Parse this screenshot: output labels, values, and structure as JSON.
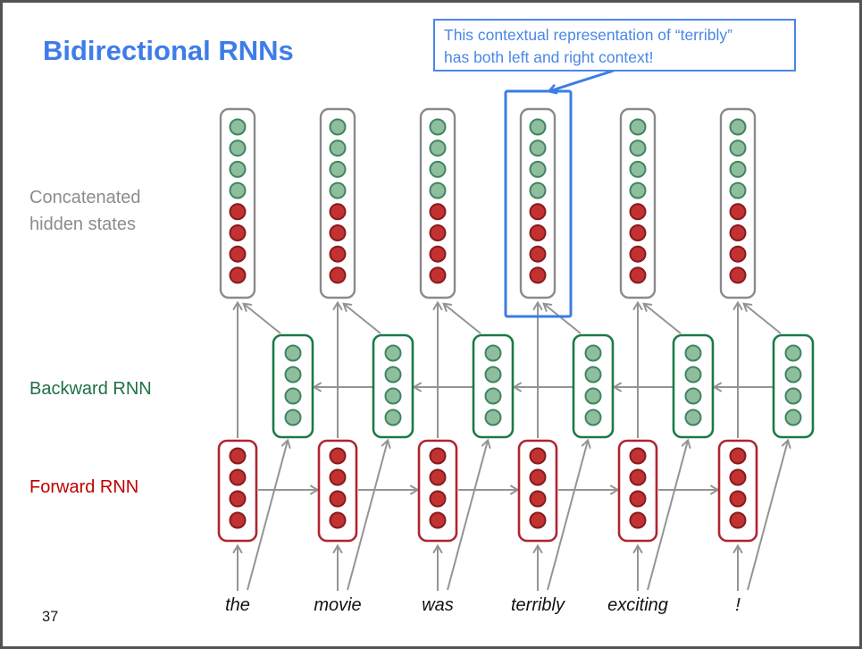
{
  "title": "Bidirectional RNNs",
  "page_number": "37",
  "callout": {
    "line1": "This contextual representation of “terribly”",
    "line2": "has both left and right context!"
  },
  "labels": {
    "concatenated_line1": "Concatenated",
    "concatenated_line2": "hidden states",
    "backward": "Backward RNN",
    "forward": "Forward RNN"
  },
  "words": [
    "the",
    "movie",
    "was",
    "terribly",
    "exciting",
    "!"
  ],
  "highlight": {
    "word": "terribly",
    "index": 3
  },
  "diagram": {
    "columns": 6,
    "circles_per_concat_box": 8,
    "concat_green_circles": 4,
    "concat_red_circles": 4,
    "circles_per_rnn_box": 4,
    "forward_chain_direction": "left-to-right",
    "backward_chain_direction": "right-to-left"
  },
  "colors": {
    "title_blue": "#3E7DE8",
    "callout_blue": "#4A86E8",
    "highlight_blue": "#3C7DE4",
    "green_fill": "#8FBE9E",
    "green_stroke": "#3F8560",
    "green_box": "#1B7A45",
    "red_fill": "#C23231",
    "red_stroke": "#871A20",
    "red_box": "#B02430",
    "gray_box": "#8A8A8A",
    "arrow_gray": "#949494",
    "label_gray": "#8C8C8C",
    "label_green": "#1E7145",
    "label_red": "#C00000"
  }
}
